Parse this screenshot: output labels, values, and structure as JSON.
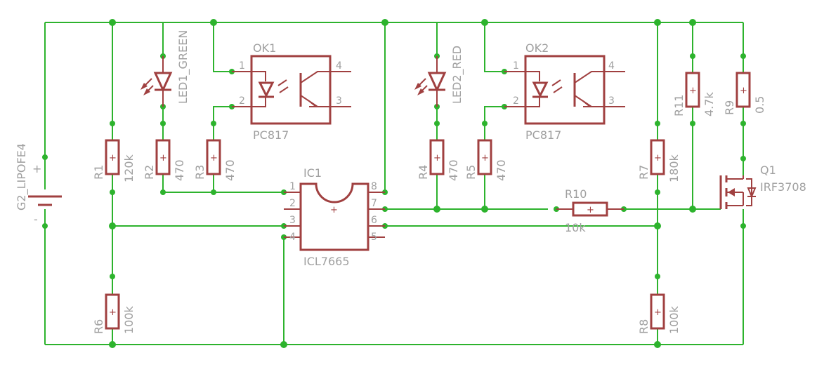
{
  "battery": {
    "name": "G2_LIPOFE4",
    "plus": "+",
    "minus": "-"
  },
  "resistors": [
    {
      "name": "R1",
      "value": "120k"
    },
    {
      "name": "R2",
      "value": "470"
    },
    {
      "name": "R3",
      "value": "470"
    },
    {
      "name": "R4",
      "value": "470"
    },
    {
      "name": "R5",
      "value": "470"
    },
    {
      "name": "R6",
      "value": "100k"
    },
    {
      "name": "R7",
      "value": "180k"
    },
    {
      "name": "R8",
      "value": "100k"
    },
    {
      "name": "R9",
      "value": "0.5"
    },
    {
      "name": "R10",
      "value": "10k"
    },
    {
      "name": "R11",
      "value": "4.7k"
    }
  ],
  "leds": [
    {
      "name": "LED1_GREEN"
    },
    {
      "name": "LED2_RED"
    }
  ],
  "optocouplers": [
    {
      "name": "OK1",
      "value": "PC817",
      "pins": [
        "1",
        "2",
        "3",
        "4"
      ]
    },
    {
      "name": "OK2",
      "value": "PC817",
      "pins": [
        "1",
        "2",
        "3",
        "4"
      ]
    }
  ],
  "ic": {
    "name": "IC1",
    "value": "ICL7665",
    "left_pins": [
      "1",
      "2",
      "3",
      "4"
    ],
    "right_pins": [
      "8",
      "7",
      "6",
      "5"
    ],
    "plus": "+"
  },
  "mosfet": {
    "name": "Q1",
    "value": "IRF3708"
  },
  "colors": {
    "wire": "#2db32d",
    "part": "#a04040",
    "label": "#a0a0a0"
  }
}
